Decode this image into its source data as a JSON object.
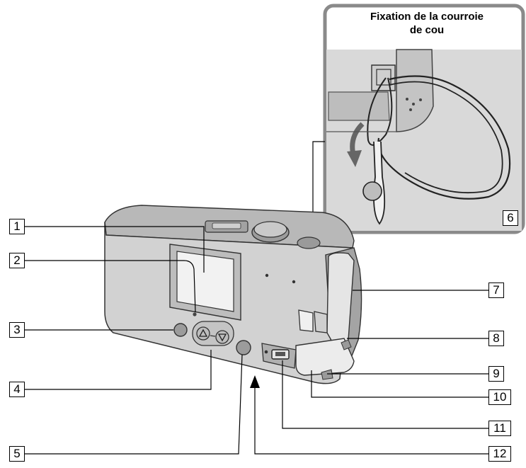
{
  "inset": {
    "title_line1": "Fixation de la courroie",
    "title_line2": "de cou"
  },
  "callouts": [
    "1",
    "2",
    "3",
    "4",
    "5",
    "6",
    "7",
    "8",
    "9",
    "10",
    "11",
    "12"
  ],
  "colors": {
    "body_light": "#d6d6d6",
    "body_mid": "#a9a9a9",
    "body_dark": "#6c6c6c",
    "inset_border": "#8a8a8a",
    "inset_bg": "#d9d9d9",
    "arrow": "#666666"
  }
}
